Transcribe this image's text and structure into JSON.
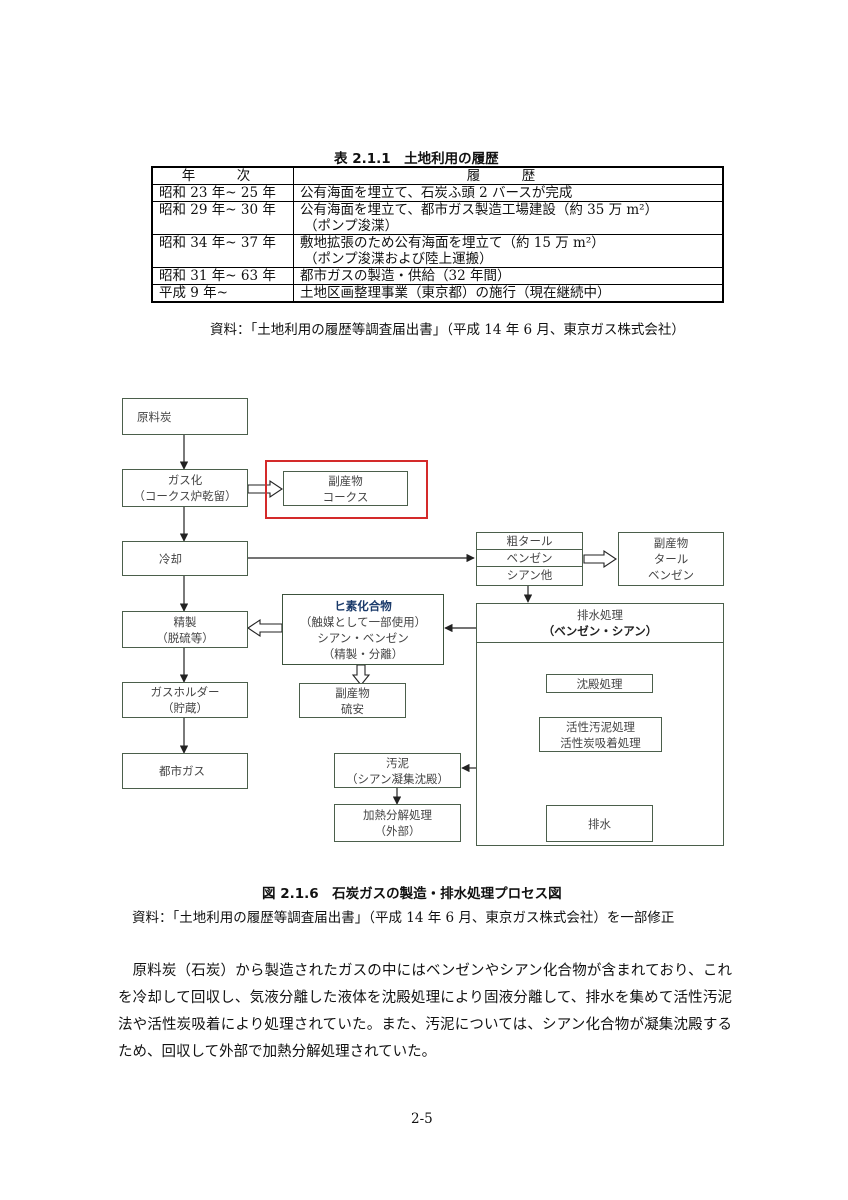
{
  "table": {
    "caption": "表 2.1.1　土地利用の履歴",
    "headers": [
      "年　次",
      "履　歴"
    ],
    "rows": [
      {
        "year": "昭和 23 年~ 25 年",
        "history": [
          "公有海面を埋立て、石炭ふ頭 2 バースが完成"
        ]
      },
      {
        "year": "昭和 29 年~ 30 年",
        "history": [
          "公有海面を埋立て、都市ガス製造工場建設（約 35 万 m²）",
          "（ポンプ浚渫）"
        ]
      },
      {
        "year": "昭和 34 年~ 37 年",
        "history": [
          "敷地拡張のため公有海面を埋立て（約 15 万 m²）",
          "（ポンプ浚渫および陸上運搬）"
        ]
      },
      {
        "year": "昭和 31 年~ 63 年",
        "history": [
          "都市ガスの製造・供給（32 年間）"
        ]
      },
      {
        "year": "平成 9 年~",
        "history": [
          "土地区画整理事業（東京都）の施行（現在継続中）"
        ]
      }
    ],
    "source": "資料：「土地利用の履歴等調査届出書」（平成 14 年 6 月、東京ガス株式会社）"
  },
  "diagram": {
    "raw_coal": "原料炭",
    "gasification": [
      "ガス化",
      "（コークス炉乾留）"
    ],
    "byproduct_coke": [
      "副産物",
      "コークス"
    ],
    "cooling": "冷却",
    "crude_tar": [
      "粗タール",
      "ベンゼン",
      "シアン他"
    ],
    "byproduct_tar": [
      "副産物",
      "タール",
      "ベンゼン"
    ],
    "refining": [
      "精製",
      "（脱硫等）"
    ],
    "arsenic": [
      "ヒ素化合物",
      "（触媒として一部使用）",
      "シアン・ベンゼン",
      "（精製・分離）"
    ],
    "wastewater": [
      "排水処理",
      "（ベンゼン・シアン）"
    ],
    "gasholder": [
      "ガスホルダー",
      "（貯蔵）"
    ],
    "byproduct_ammonium": [
      "副産物",
      "硫安"
    ],
    "sedimentation": "沈殿処理",
    "activated": [
      "活性汚泥処理",
      "活性炭吸着処理"
    ],
    "city_gas": "都市ガス",
    "sludge": [
      "汚泥",
      "（シアン凝集沈殿）"
    ],
    "thermal": [
      "加熱分解処理",
      "（外部）"
    ],
    "discharge": "排水",
    "caption": "図 2.1.6　石炭ガスの製造・排水処理プロセス図",
    "source": "資料：「土地利用の履歴等調査届出書」（平成 14 年 6 月、東京ガス株式会社）を一部修正"
  },
  "paragraph": "原料炭（石炭）から製造されたガスの中にはベンゼンやシアン化合物が含まれており、これを冷却して回収し、気液分離した液体を沈殿処理により固液分離して、排水を集めて活性汚泥法や活性炭吸着により処理されていた。また、汚泥については、シアン化合物が凝集沈殿するため、回収して外部で加熱分解処理されていた。",
  "page_number": "2-5",
  "colors": {
    "box_border": "#4b5f4b",
    "highlight": "#d42a2a",
    "bold_label": "#1a3a6a"
  }
}
